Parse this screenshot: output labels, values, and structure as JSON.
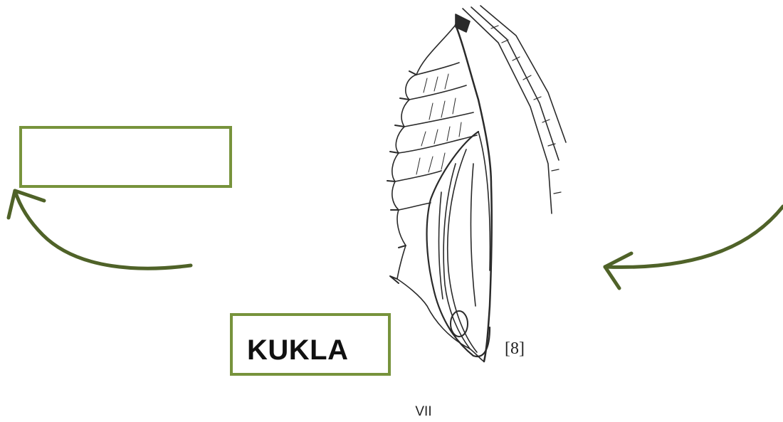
{
  "diagram": {
    "stage_label": "KUKLA",
    "empty_label": "",
    "citation": "[8]",
    "page_number": "VII"
  },
  "colors": {
    "box_border": "#77933c",
    "arrow": "#4f6228",
    "drawing": "#2a2a2a"
  },
  "icons": [
    "arrow-left-icon",
    "arrow-right-icon",
    "pupa-illustration"
  ]
}
